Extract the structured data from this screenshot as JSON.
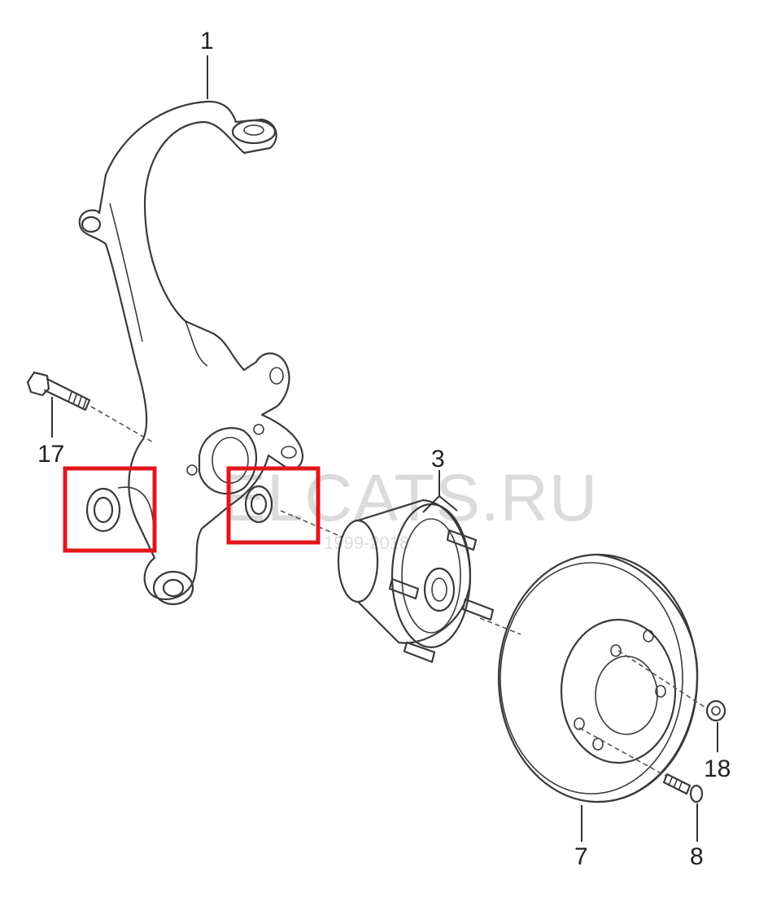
{
  "callouts": {
    "c1": "1",
    "c3": "3",
    "c7": "7",
    "c8": "8",
    "c17": "17",
    "c18": "18"
  },
  "watermark": {
    "text": "ELCATS.RU",
    "sub": "1999-2018"
  },
  "highlight_color": "#e3151b"
}
